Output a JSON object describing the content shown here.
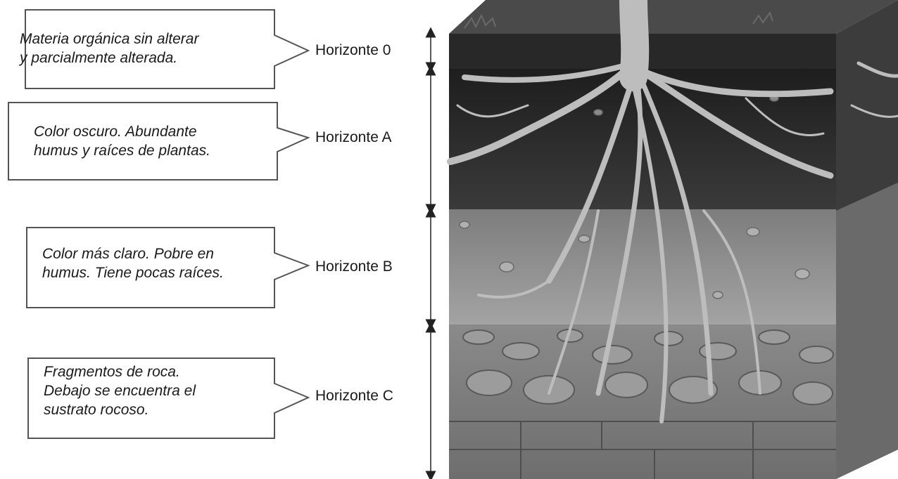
{
  "horizons": [
    {
      "id": "0",
      "label": "Horizonte 0",
      "description": "Materia orgánica sin alterar\ny parcialmente alterada."
    },
    {
      "id": "A",
      "label": "Horizonte A",
      "description": "Color oscuro. Abundante\nhumus y raíces de plantas."
    },
    {
      "id": "B",
      "label": "Horizonte B",
      "description": "Color más claro. Pobre en\nhumus. Tiene pocas raíces."
    },
    {
      "id": "C",
      "label": "Horizonte C",
      "description": "Fragmentos de roca.\nDebajo se encuentra el\nsustrato rocoso."
    }
  ],
  "colors": {
    "box_border": "#555555",
    "text": "#1a1a1a",
    "layer_0": "#3a3a3a",
    "layer_a": "#2e2e2e",
    "layer_b": "#8d8d8d",
    "layer_c": "#7a7a7a",
    "roots": "#b9b9b9"
  }
}
